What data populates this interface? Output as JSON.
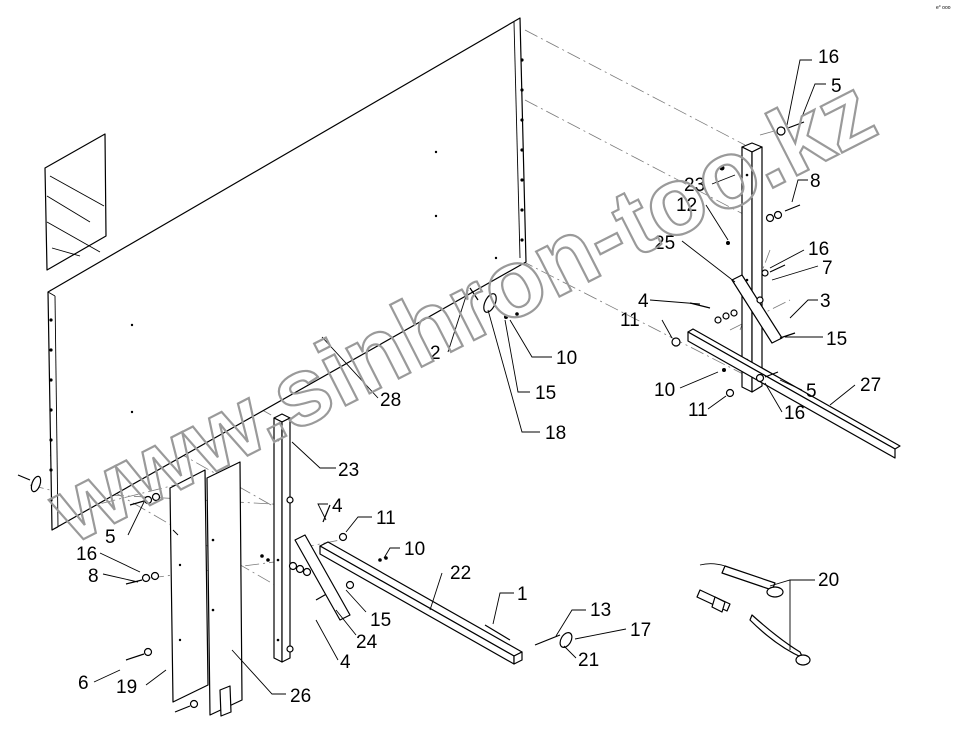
{
  "watermark": "www.sinhron-too.kz",
  "corner_mark": "e° ooo",
  "callouts": [
    {
      "id": "c16a",
      "text": "16"
    },
    {
      "id": "c5a",
      "text": "5"
    },
    {
      "id": "c23a",
      "text": "23"
    },
    {
      "id": "c8a",
      "text": "8"
    },
    {
      "id": "c12",
      "text": "12"
    },
    {
      "id": "c25",
      "text": "25"
    },
    {
      "id": "c16b",
      "text": "16"
    },
    {
      "id": "c7",
      "text": "7"
    },
    {
      "id": "c3",
      "text": "3"
    },
    {
      "id": "c4a",
      "text": "4"
    },
    {
      "id": "c11a",
      "text": "11"
    },
    {
      "id": "c15a",
      "text": "15"
    },
    {
      "id": "c2",
      "text": "2"
    },
    {
      "id": "c10a",
      "text": "10"
    },
    {
      "id": "c15b",
      "text": "15"
    },
    {
      "id": "c18",
      "text": "18"
    },
    {
      "id": "c28",
      "text": "28"
    },
    {
      "id": "c10b",
      "text": "10"
    },
    {
      "id": "c5b",
      "text": "5"
    },
    {
      "id": "c27",
      "text": "27"
    },
    {
      "id": "c11b",
      "text": "11"
    },
    {
      "id": "c16c",
      "text": "16"
    },
    {
      "id": "c23b",
      "text": "23"
    },
    {
      "id": "c4b",
      "text": "4"
    },
    {
      "id": "c11c",
      "text": "11"
    },
    {
      "id": "c5c",
      "text": "5"
    },
    {
      "id": "c10c",
      "text": "10"
    },
    {
      "id": "c16d",
      "text": "16"
    },
    {
      "id": "c22",
      "text": "22"
    },
    {
      "id": "c8b",
      "text": "8"
    },
    {
      "id": "c1",
      "text": "1"
    },
    {
      "id": "c20",
      "text": "20"
    },
    {
      "id": "c13",
      "text": "13"
    },
    {
      "id": "c15c",
      "text": "15"
    },
    {
      "id": "c17",
      "text": "17"
    },
    {
      "id": "c24",
      "text": "24"
    },
    {
      "id": "c21",
      "text": "21"
    },
    {
      "id": "c6",
      "text": "6"
    },
    {
      "id": "c4c",
      "text": "4"
    },
    {
      "id": "c19",
      "text": "19"
    },
    {
      "id": "c26",
      "text": "26"
    }
  ]
}
